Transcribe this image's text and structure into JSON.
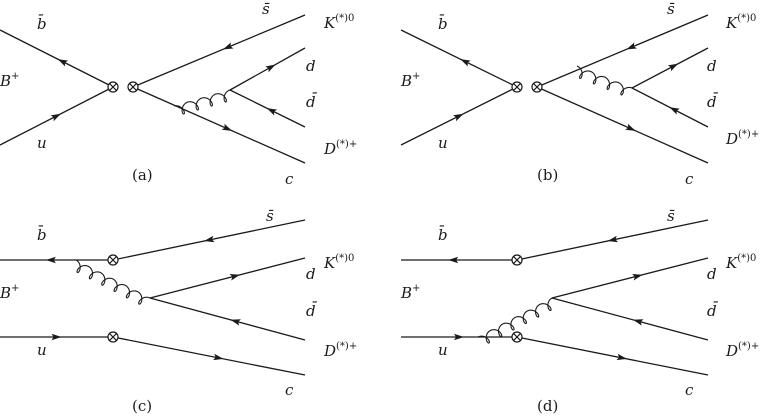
{
  "panels": [
    {
      "id": "a",
      "caption": "(a)",
      "quarks": {
        "b": "b̄",
        "u": "u",
        "s": "s̄",
        "d": "d",
        "dbar": "d̄",
        "c": "c"
      },
      "mesons": {
        "B": "B",
        "B_sup": "+",
        "K": "K",
        "K_sup": "(*)0",
        "D": "D",
        "D_sup": "(*)+"
      }
    },
    {
      "id": "b",
      "caption": "(b)",
      "quarks": {
        "b": "b̄",
        "u": "u",
        "s": "s̄",
        "d": "d",
        "dbar": "d̄",
        "c": "c"
      },
      "mesons": {
        "B": "B",
        "B_sup": "+",
        "K": "K",
        "K_sup": "(*)0",
        "D": "D",
        "D_sup": "(*)+"
      }
    },
    {
      "id": "c",
      "caption": "(c)",
      "quarks": {
        "b": "b̄",
        "u": "u",
        "s": "s̄",
        "d": "d",
        "dbar": "d̄",
        "c": "c"
      },
      "mesons": {
        "B": "B",
        "B_sup": "+",
        "K": "K",
        "K_sup": "(*)0",
        "D": "D",
        "D_sup": "(*)+"
      }
    },
    {
      "id": "d",
      "caption": "(d)",
      "quarks": {
        "b": "b̄",
        "u": "u",
        "s": "s̄",
        "d": "d",
        "dbar": "d̄",
        "c": "c"
      },
      "mesons": {
        "B": "B",
        "B_sup": "+",
        "K": "K",
        "K_sup": "(*)0",
        "D": "D",
        "D_sup": "(*)+"
      }
    }
  ]
}
